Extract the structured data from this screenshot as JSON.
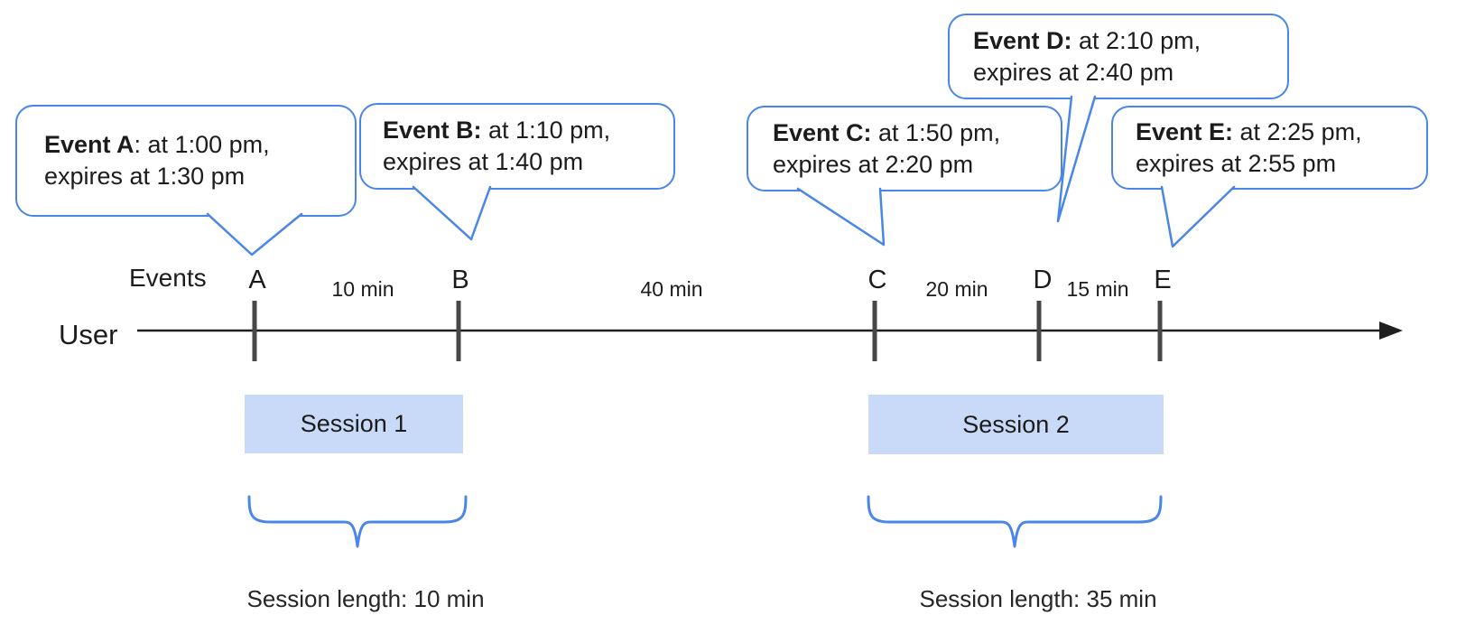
{
  "bubbles": [
    {
      "id": "A",
      "bold": "Event A",
      "rest": ": at 1:00 pm,",
      "line2": "expires at 1:30 pm"
    },
    {
      "id": "B",
      "bold": "Event B:",
      "rest": " at 1:10 pm,",
      "line2": "expires at 1:40 pm"
    },
    {
      "id": "C",
      "bold": "Event C:",
      "rest": " at 1:50 pm,",
      "line2": "expires at 2:20 pm"
    },
    {
      "id": "D",
      "bold": "Event D:",
      "rest": " at 2:10 pm,",
      "line2": "expires at 2:40 pm"
    },
    {
      "id": "E",
      "bold": "Event E:",
      "rest": " at 2:25 pm,",
      "line2": "expires at 2:55 pm"
    }
  ],
  "timeline": {
    "events_heading": "Events",
    "row_label": "User",
    "marks": [
      "A",
      "B",
      "C",
      "D",
      "E"
    ],
    "gaps": [
      "10 min",
      "40 min",
      "20 min",
      "15 min"
    ]
  },
  "sessions": [
    {
      "label": "Session 1",
      "length_label": "Session length: 10 min"
    },
    {
      "label": "Session 2",
      "length_label": "Session length: 35 min"
    }
  ],
  "colors": {
    "bubble_border": "#4a86e8",
    "brace": "#4a86e8",
    "session_fill": "#c9daf8",
    "tick": "#474747",
    "axis": "#1f1f1f"
  }
}
